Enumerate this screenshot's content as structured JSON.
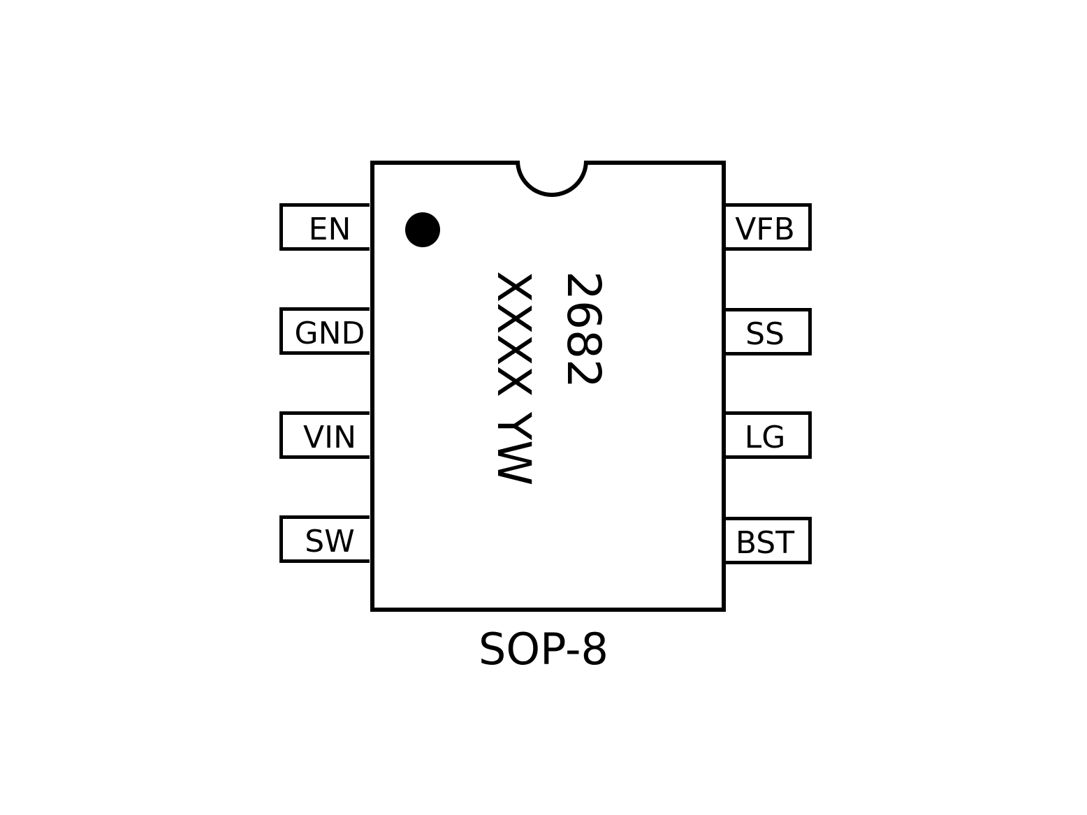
{
  "package": {
    "name": "SOP-8",
    "marking_line1": "2682",
    "marking_line2": "XXXX YW"
  },
  "pins_left": [
    {
      "label": "EN"
    },
    {
      "label": "GND"
    },
    {
      "label": "VIN"
    },
    {
      "label": "SW"
    }
  ],
  "pins_right": [
    {
      "label": "VFB"
    },
    {
      "label": "SS"
    },
    {
      "label": "LG"
    },
    {
      "label": "BST"
    }
  ]
}
